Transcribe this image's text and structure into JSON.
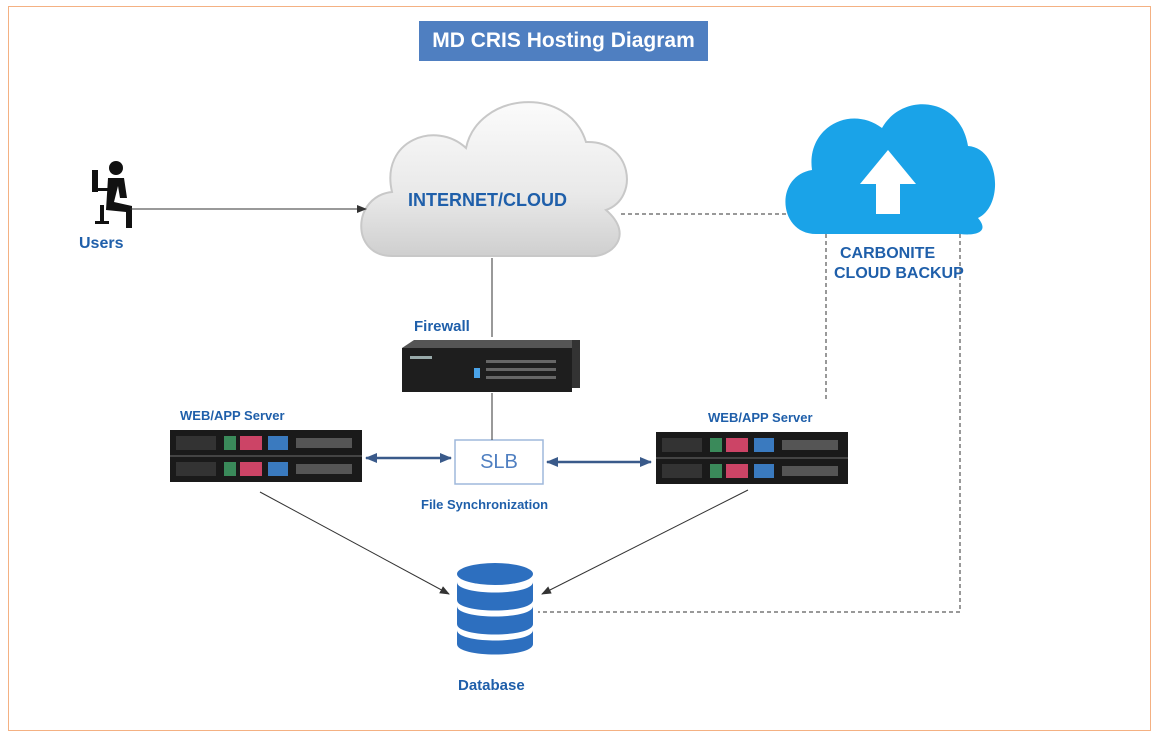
{
  "title": "MD CRIS Hosting Diagram",
  "nodes": {
    "users": "Users",
    "internet": "INTERNET/CLOUD",
    "backup_line1": "CARBONITE",
    "backup_line2": "CLOUD BACKUP",
    "firewall": "Firewall",
    "web_left": "WEB/APP Server",
    "web_right": "WEB/APP Server",
    "slb": "SLB",
    "file_sync": "File Synchronization",
    "database": "Database"
  },
  "colors": {
    "frame": "#f4b183",
    "title_bg": "#4f7fc1",
    "label_blue": "#1f5faa",
    "backup_cloud": "#1aa3e8",
    "database": "#2d6fbf",
    "arrow": "#3a5a8a"
  }
}
